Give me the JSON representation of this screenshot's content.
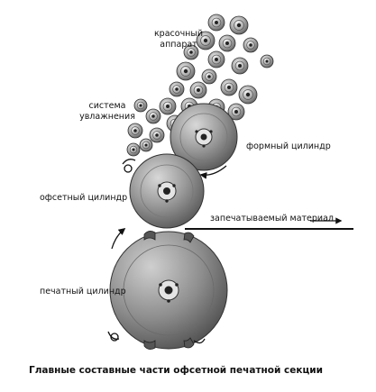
{
  "labels": {
    "inking_unit": [
      "красочный",
      "аппарат"
    ],
    "dampening_system": [
      "система",
      "увлажнения"
    ],
    "plate_cylinder": "формный цилиндр",
    "blanket_cylinder": "офсетный цилиндр",
    "printed_material": "запечатываемый материал",
    "impression_cylinder": "печатный цилиндр"
  },
  "caption": "Главные составные части офсетной печатной секции",
  "colors": {
    "ink": "#111111",
    "metal_dark": "#6e6e6e",
    "metal_mid": "#a9a9a9",
    "metal_light": "#dcdcdc"
  }
}
